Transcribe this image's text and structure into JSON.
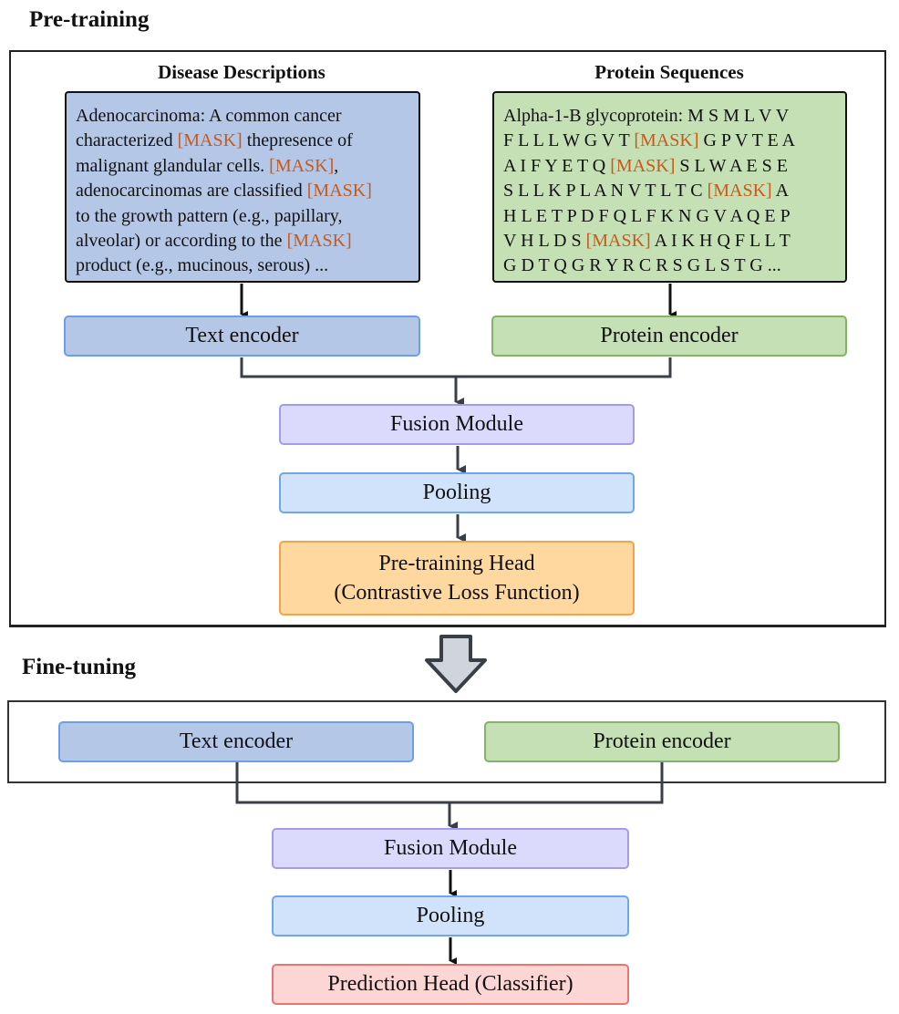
{
  "pretraining": {
    "title": "Pre-training",
    "disease_title": "Disease Descriptions",
    "protein_title": "Protein Sequences",
    "disease_lines": [
      [
        {
          "t": "Adenocarcinoma: A common cancer"
        }
      ],
      [
        {
          "t": "characterized "
        },
        {
          "t": "[MASK]",
          "m": true
        },
        {
          "t": " thepresence of"
        }
      ],
      [
        {
          "t": "malignant glandular cells. "
        },
        {
          "t": "[MASK]",
          "m": true
        },
        {
          "t": ","
        }
      ],
      [
        {
          "t": "adenocarcinomas are classified "
        },
        {
          "t": "[MASK]",
          "m": true
        }
      ],
      [
        {
          "t": "to the growth pattern (e.g., papillary,"
        }
      ],
      [
        {
          "t": "alveolar) or according to the "
        },
        {
          "t": "[MASK]",
          "m": true
        }
      ],
      [
        {
          "t": "product (e.g., mucinous, serous) ..."
        }
      ]
    ],
    "protein_lines": [
      [
        {
          "t": "Alpha-1-B glycoprotein: M S M L V V"
        }
      ],
      [
        {
          "t": "F L L L W G V T "
        },
        {
          "t": "[MASK]",
          "m": true
        },
        {
          "t": " G P V T E A"
        }
      ],
      [
        {
          "t": "A I F Y E T Q "
        },
        {
          "t": "[MASK]",
          "m": true
        },
        {
          "t": " S L W A E S E"
        }
      ],
      [
        {
          "t": "S L L K P L A N V T L T C "
        },
        {
          "t": "[MASK]",
          "m": true
        },
        {
          "t": " A"
        }
      ],
      [
        {
          "t": "H L E T P D F Q L F K N G V A Q E P"
        }
      ],
      [
        {
          "t": "V H L D S "
        },
        {
          "t": "[MASK]",
          "m": true
        },
        {
          "t": " A I K H Q F L L T"
        }
      ],
      [
        {
          "t": "G D T Q G R Y R C R S G L S T G ..."
        }
      ]
    ],
    "text_encoder": "Text encoder",
    "protein_encoder": "Protein encoder",
    "fusion": "Fusion Module",
    "pooling": "Pooling",
    "head_line1": "Pre-training Head",
    "head_line2": "(Contrastive Loss Function)"
  },
  "finetuning": {
    "title": "Fine-tuning",
    "text_encoder": "Text encoder",
    "protein_encoder": "Protein encoder",
    "fusion": "Fusion Module",
    "pooling": "Pooling",
    "head": "Prediction Head (Classifier)"
  },
  "colors": {
    "mask": "#c55a1c",
    "text_encoder": "#b4c7e7",
    "protein_encoder": "#c5e0b4",
    "fusion": "#dcdafc",
    "pooling": "#d0e3fa",
    "pretraining_head": "#ffd8a0",
    "prediction_head": "#fcd5d5"
  },
  "icons": {
    "transition": "down-arrow-icon"
  }
}
